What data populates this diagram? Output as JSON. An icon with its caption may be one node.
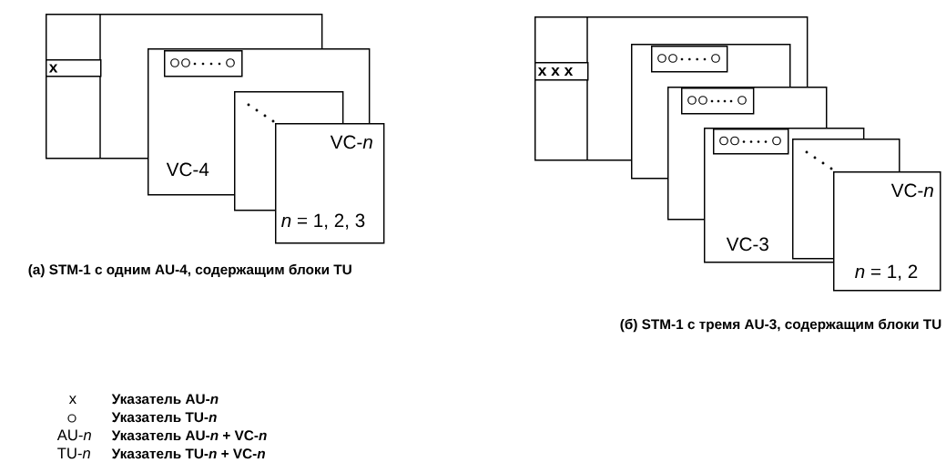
{
  "diagram": {
    "nodes": [
      {
        "text": [],
        "shape": "box"
      },
      {
        "text": [
          "x"
        ],
        "in": 0
      },
      {
        "text": [
          "VC-4"
        ]
      },
      {
        "text": [],
        "shape": "box"
      },
      {
        "text": [],
        "shape": "box"
      },
      {
        "text": [
          "VC-*n*",
          "*n* = 1, 2, 3"
        ]
      },
      {
        "text": [],
        "shape": "box"
      },
      {
        "text": [
          "x x x"
        ],
        "in": 6
      },
      {
        "text": [],
        "shape": "box"
      },
      {
        "text": [],
        "shape": "box",
        "in": 8
      },
      {
        "text": [],
        "shape": "box"
      },
      {
        "text": [],
        "shape": "box"
      },
      {
        "text": [
          "VC-3"
        ]
      },
      {
        "text": [],
        "shape": "box"
      },
      {
        "text": [],
        "shape": "box"
      },
      {
        "text": [
          "VC-*n*",
          "*n* = 1, 2"
        ]
      }
    ],
    "labels": [
      "(а) STM-1 с одним AU-4, содержащим блоки TU",
      "(б) STM-1 с тремя AU-3, содержащим блоки TU",
      "x",
      "Указатель AU-*n*",
      "Указатель TU-*n*",
      "AU-*n*",
      "Указатель AU-*n* + VC-*n*",
      "TU-*n*",
      "Указатель TU-*n* + VC-*n*"
    ]
  }
}
